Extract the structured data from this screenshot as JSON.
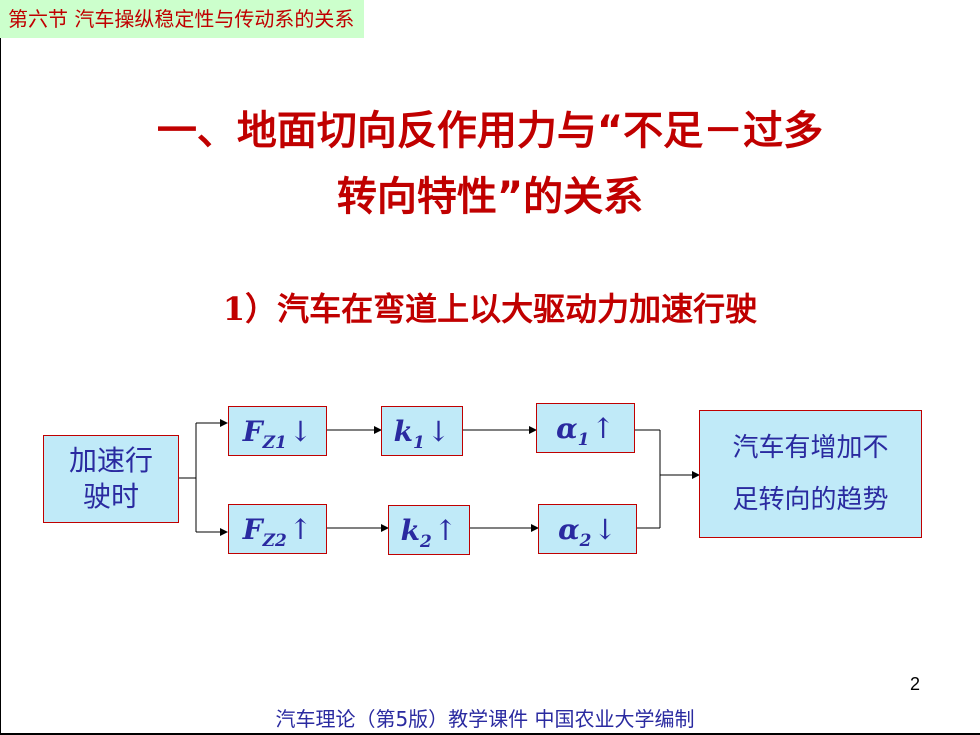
{
  "header": {
    "section_title": "第六节  汽车操纵稳定性与传动系的关系"
  },
  "title": {
    "line1": "一、地面切向反作用力与“不足－过多",
    "line2": "转向特性”的关系"
  },
  "subtitle": "1）汽车在弯道上以大驱动力加速行驶",
  "diagram": {
    "start": {
      "line1": "加速行",
      "line2": "驶时"
    },
    "top_row": [
      {
        "main": "F",
        "sub": "Z1",
        "arrow": "↓"
      },
      {
        "main": "k",
        "sub": "1",
        "arrow": "↓"
      },
      {
        "main": "α",
        "sub": "1",
        "arrow": "↑"
      }
    ],
    "bottom_row": [
      {
        "main": "F",
        "sub": "Z2",
        "arrow": "↑"
      },
      {
        "main": "k",
        "sub": "2",
        "arrow": "↑"
      },
      {
        "main": "α",
        "sub": "2",
        "arrow": "↓"
      }
    ],
    "result": {
      "line1": "汽车有增加不",
      "line2": "足转向的趋势"
    }
  },
  "page_number": "2",
  "footer": "汽车理论（第5版）教学课件   中国农业大学编制",
  "colors": {
    "title_red": "#c00000",
    "box_fill": "#c0eaf8",
    "box_border": "#c00000",
    "text_blue": "#2a2aa0",
    "header_bg": "#ccffcc"
  }
}
